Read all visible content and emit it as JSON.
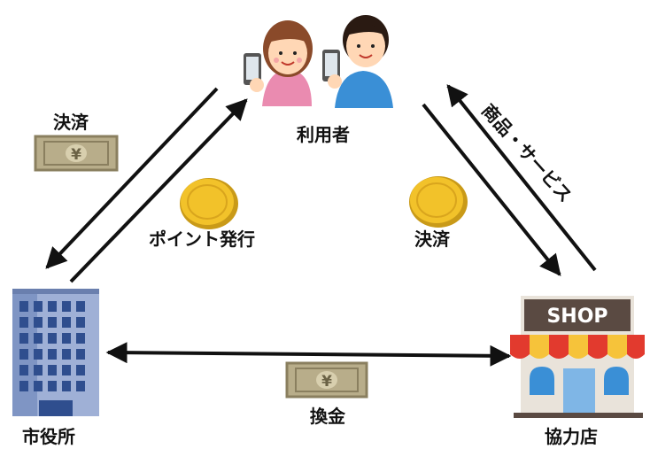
{
  "nodes": {
    "users": {
      "label": "利用者"
    },
    "city_hall": {
      "label": "市役所"
    },
    "shop": {
      "label": "協力店",
      "sign": "SHOP"
    }
  },
  "edges": {
    "payment_left": "決済",
    "point_issue": "ポイント発行",
    "payment_right": "決済",
    "goods_services": "商品・サービス",
    "exchange": "換金"
  },
  "symbols": {
    "yen": "¥"
  },
  "colors": {
    "coin": "#f2c22a",
    "banknote": "#b8ad8a",
    "awning_red": "#e23a2e",
    "building_blue": "#7f95c4",
    "shirt_blue": "#3a8fd6",
    "shirt_pink": "#ea8bb0"
  }
}
